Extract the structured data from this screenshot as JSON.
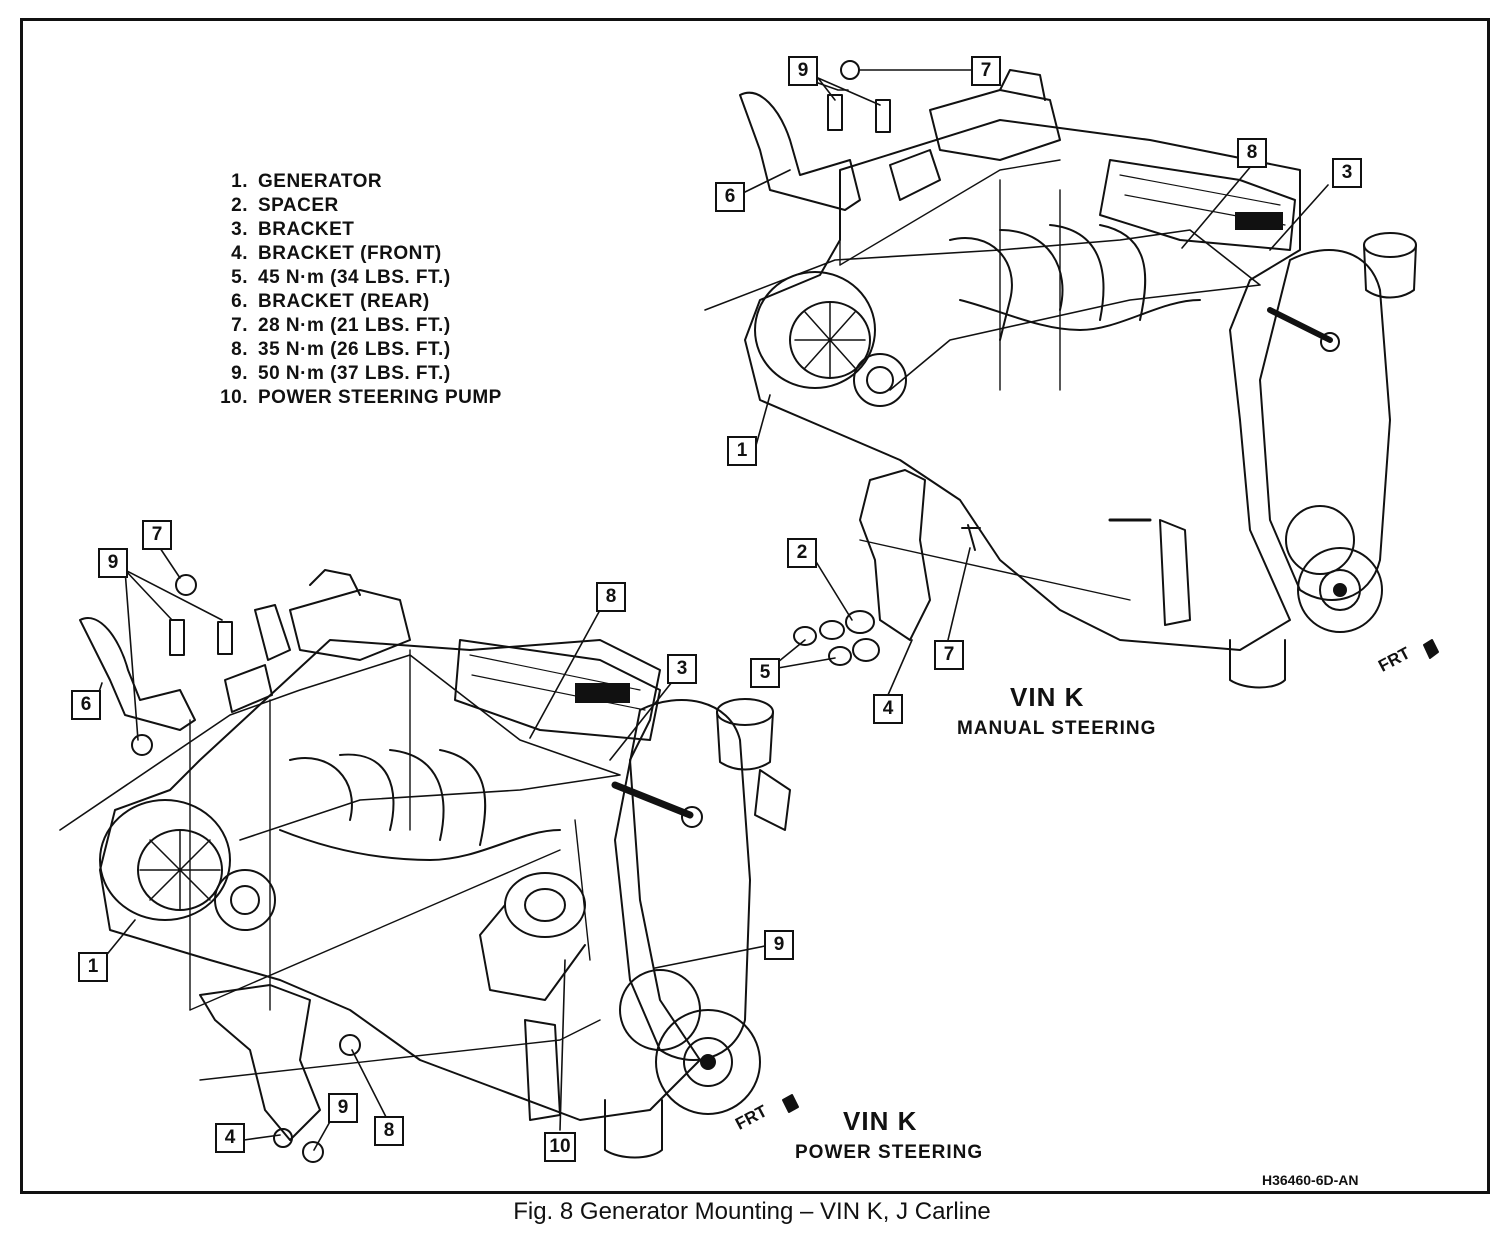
{
  "legend": [
    {
      "num": "1.",
      "text": "GENERATOR"
    },
    {
      "num": "2.",
      "text": "SPACER"
    },
    {
      "num": "3.",
      "text": "BRACKET"
    },
    {
      "num": "4.",
      "text": "BRACKET (FRONT)"
    },
    {
      "num": "5.",
      "text": "45 N·m (34 LBS. FT.)"
    },
    {
      "num": "6.",
      "text": "BRACKET (REAR)"
    },
    {
      "num": "7.",
      "text": "28 N·m (21 LBS. FT.)"
    },
    {
      "num": "8.",
      "text": "35 N·m (26 LBS. FT.)"
    },
    {
      "num": "9.",
      "text": "50 N·m (37 LBS. FT.)"
    },
    {
      "num": "10.",
      "text": "POWER STEERING PUMP"
    }
  ],
  "views": {
    "manual": {
      "vin": "VIN K",
      "subtitle": "MANUAL STEERING",
      "frt": "FRT"
    },
    "power": {
      "vin": "VIN K",
      "subtitle": "POWER STEERING",
      "frt": "FRT"
    }
  },
  "callouts": {
    "m9": "9",
    "m7a": "7",
    "m6": "6",
    "m8": "8",
    "m3": "3",
    "m1": "1",
    "m2": "2",
    "m5": "5",
    "m7b": "7",
    "m4": "4",
    "p7": "7",
    "p9a": "9",
    "p8a": "8",
    "p3": "3",
    "p6": "6",
    "p1": "1",
    "p9b": "9",
    "p4": "4",
    "p9c": "9",
    "p8b": "8",
    "p10": "10"
  },
  "figure_code": "H36460-6D-AN",
  "caption": "Fig. 8 Generator Mounting – VIN K, J Carline"
}
